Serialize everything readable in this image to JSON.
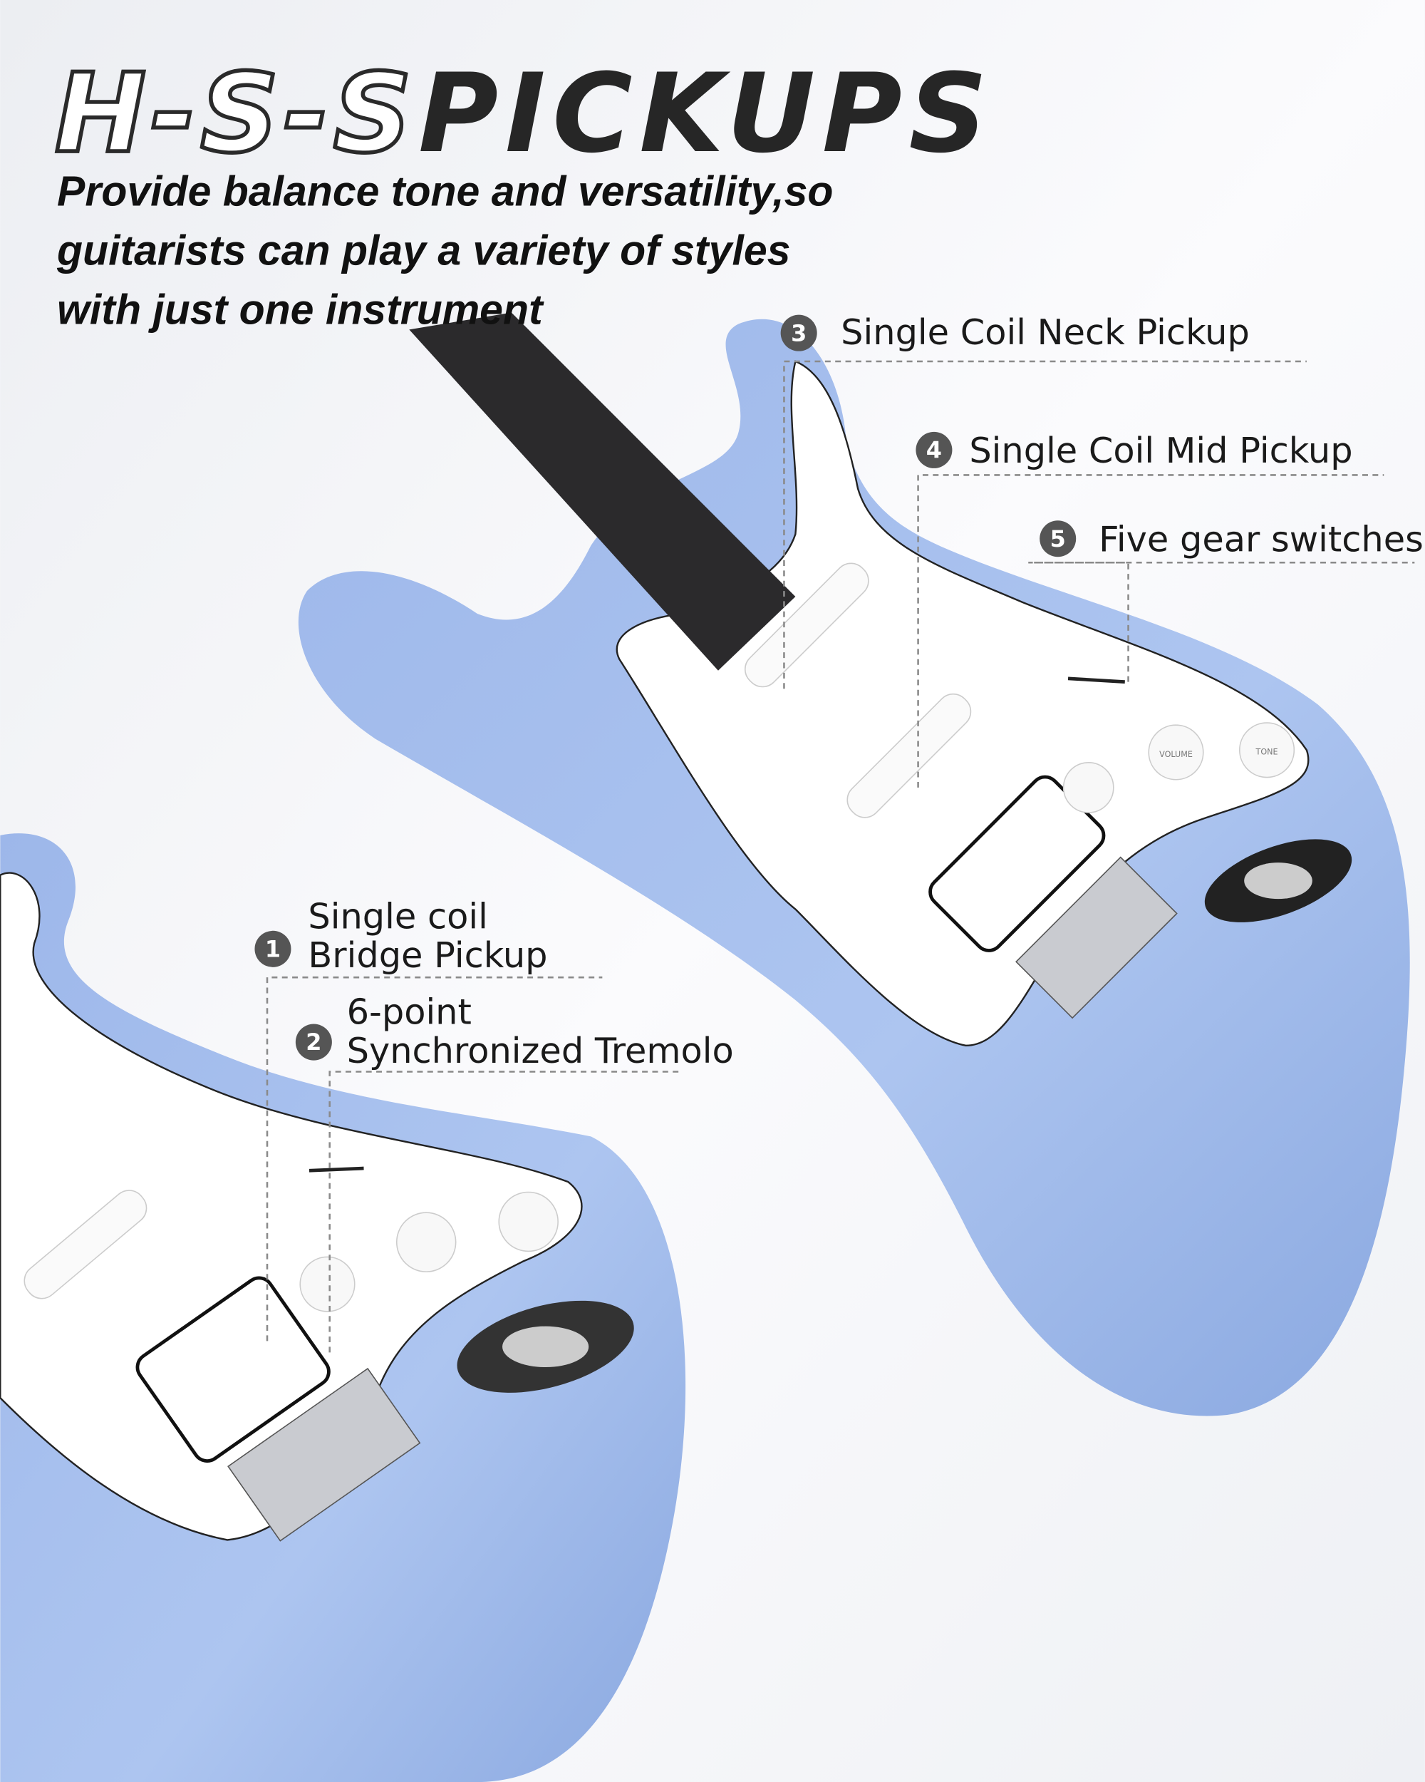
{
  "title": {
    "outlined": "H-S-S",
    "solid": "PICKUPS"
  },
  "subtitle": {
    "lines": [
      "Provide balance tone and versatility,so",
      "guitarists can play a variety of styles",
      "with just one instrument"
    ]
  },
  "callouts": [
    {
      "number": "1",
      "lines": [
        "Single coil",
        "Bridge Pickup"
      ]
    },
    {
      "number": "2",
      "lines": [
        "6-point",
        "Synchronized Tremolo"
      ]
    },
    {
      "number": "3",
      "lines": [
        "Single Coil Neck Pickup"
      ]
    },
    {
      "number": "4",
      "lines": [
        "Single Coil Mid Pickup"
      ]
    },
    {
      "number": "5",
      "lines": [
        "Five gear switches"
      ]
    }
  ],
  "knob_labels": {
    "volume": "VOLUME",
    "tone": "TONE"
  },
  "colors": {
    "body": "#a9c2ee",
    "pickguard": "#ffffff",
    "fretboard": "#2b2a2c",
    "badge": "#555555"
  }
}
